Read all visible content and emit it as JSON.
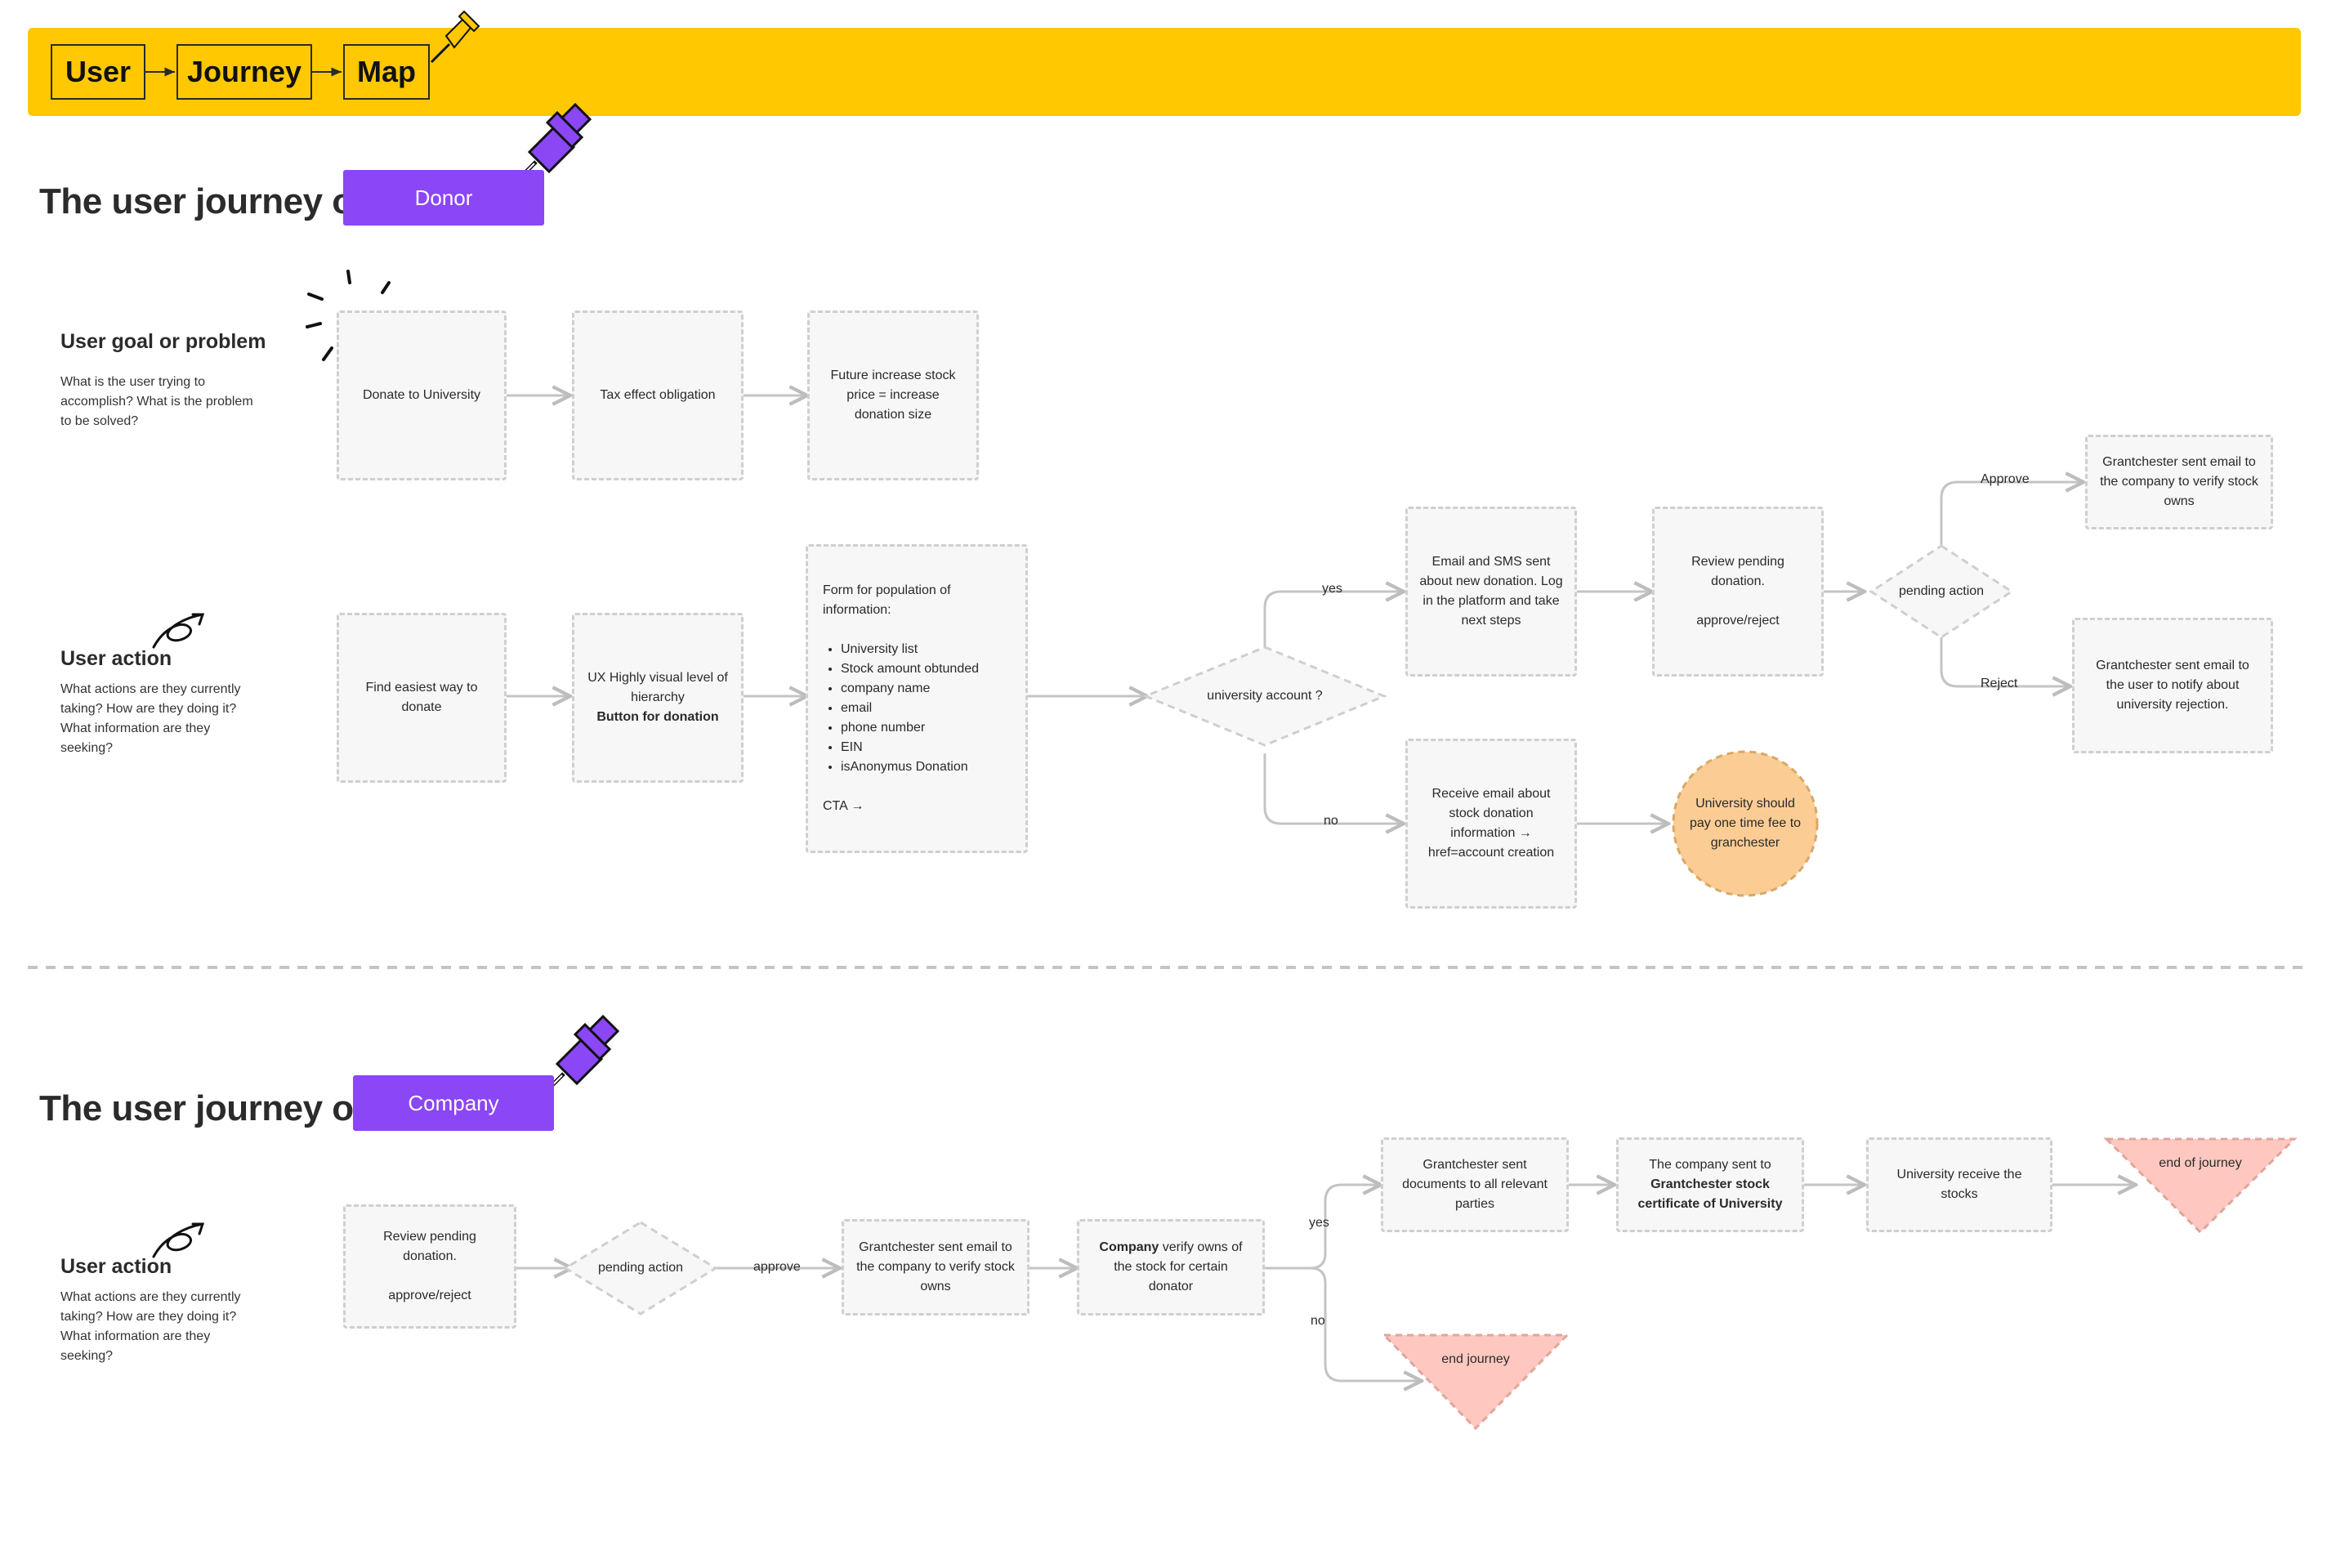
{
  "header": {
    "chips": [
      "User",
      "Journey",
      "Map"
    ]
  },
  "donor": {
    "title": "The user journey of",
    "tag": "Donor",
    "goal": {
      "heading": "User goal or problem",
      "desc": "What is the user trying to accomplish? What is the problem to be solved?"
    },
    "action": {
      "heading": "User action",
      "desc": "What actions are they currently taking? How are they doing it? What information are they seeking?"
    },
    "goal_nodes": [
      "Donate to University",
      "Tax effect obligation",
      "Future increase stock price = increase donation size"
    ],
    "find_way": "Find easiest way to donate",
    "ux_text": "UX Highly visual level of hierarchy",
    "ux_bold": "Button for donation",
    "form_title": "Form for population of information:",
    "form_items": [
      "University list",
      "Stock amount obtunded",
      "company name",
      "email",
      "phone number",
      "EIN",
      "isAnonymus Donation"
    ],
    "form_cta": "CTA →",
    "decision": "university account ?",
    "yes": "yes",
    "no": "no",
    "email_sms": "Email and SMS sent about new donation. Log in the platform and take next steps",
    "review_line1": "Review pending donation.",
    "review_line2": "approve/reject",
    "pending": "pending action",
    "approve": "Approve",
    "reject": "Reject",
    "approve_node": "Grantchester sent email to the company to verify stock owns",
    "reject_node": "Grantchester sent email to the user to notify about university rejection.",
    "receive_email": "Receive email about stock donation information → href=account creation",
    "fee": "University should pay one time fee to granchester"
  },
  "company": {
    "title": "The user journey of",
    "tag": "Company",
    "action": {
      "heading": "User action",
      "desc": "What actions are they currently taking? How are they doing it? What information are they seeking?"
    },
    "review_line1": "Review pending donation.",
    "review_line2": "approve/reject",
    "pending": "pending action",
    "approve": "approve",
    "verify_email": "Grantchester sent email to the company to verify stock owns",
    "verify_bold": "Company",
    "verify_rest": " verify owns of the stock for certain donator",
    "yes": "yes",
    "no": "no",
    "documents": "Grantchester sent documents to all relevant parties",
    "sent_prefix": "The company sent to ",
    "sent_bold": "Grantchester stock certificate of University",
    "receive": "University receive the stocks",
    "end_yes": "end of journey",
    "end_no": "end journey"
  },
  "colors": {
    "banner": "#ffc800",
    "tag": "#8b46f6",
    "node_fill": "#f7f7f7",
    "node_border": "#cfcfcf",
    "fee_fill": "#fbcd94",
    "end_fill": "#fec8c0",
    "pin": "#8b46f6"
  }
}
